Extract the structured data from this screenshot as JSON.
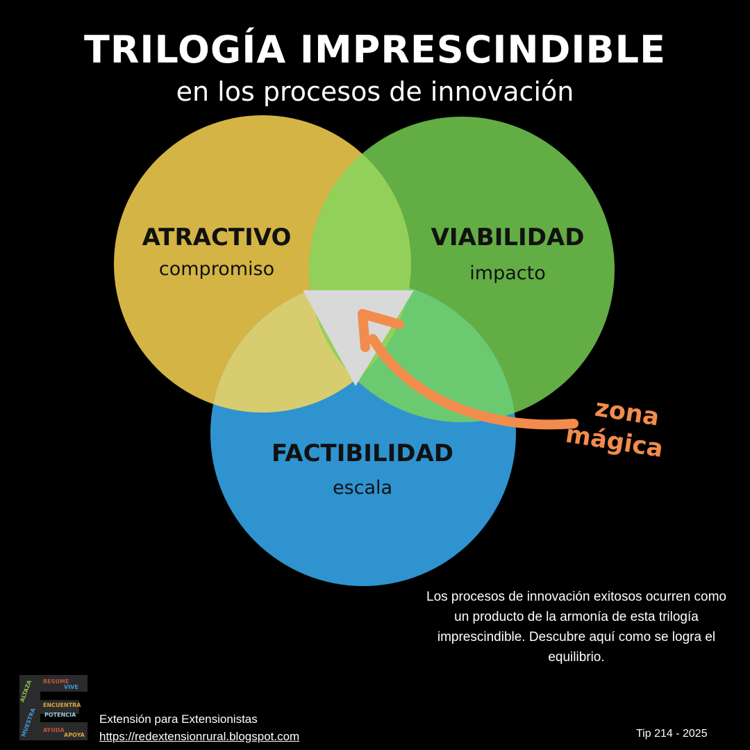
{
  "header": {
    "title": "TRILOGÍA IMPRESCINDIBLE",
    "subtitle": "en los procesos de innovación"
  },
  "circles": [
    {
      "id": "atractivo",
      "title": "ATRACTIVO",
      "subtitle": "compromiso",
      "color": "#d4b444"
    },
    {
      "id": "viabilidad",
      "title": "VIABILIDAD",
      "subtitle": "impacto",
      "color": "#63ad45"
    },
    {
      "id": "factibilidad",
      "title": "FACTIBILIDAD",
      "subtitle": "escala",
      "color": "#2f93cf"
    }
  ],
  "overlap_colors": {
    "atractivo_viabilidad": "#93d05a",
    "atractivo_factibilidad": "#d8cd6e",
    "viabilidad_factibilidad": "#6bc970",
    "center_triangle": "#d9d9d9"
  },
  "callout": {
    "line1": "zona",
    "line2": "mágica",
    "color": "#f28c4c"
  },
  "description": "Los procesos de innovación exitosos ocurren como un producto de la armonía de esta trilogía imprescindible. Descubre aquí como se logra el equilibrio.",
  "footer": {
    "brand": "Extensión para Extensionistas",
    "url": "https://redextensionrural.blogspot.com",
    "tip": "Tip 214 - 2025",
    "logo_icon": "word-cloud-e-logo-icon"
  }
}
